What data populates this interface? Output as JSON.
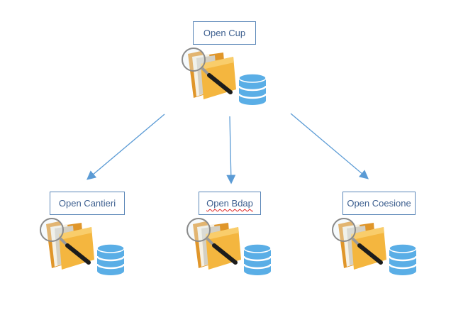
{
  "diagram": {
    "root": {
      "label": "Open Cup",
      "icon": "folder-search-database-icon"
    },
    "children": [
      {
        "label": "Open Cantieri",
        "icon": "folder-search-database-icon"
      },
      {
        "label": "Open Bdap",
        "icon": "folder-search-database-icon",
        "spellcheck_flag": true
      },
      {
        "label": "Open Coesione",
        "icon": "folder-search-database-icon"
      }
    ],
    "colors": {
      "arrow": "#5b9bd5",
      "box_border": "#5b87b8",
      "text": "#3d5f8f",
      "folder": "#f4b63f",
      "database": "#5aaee6"
    }
  }
}
